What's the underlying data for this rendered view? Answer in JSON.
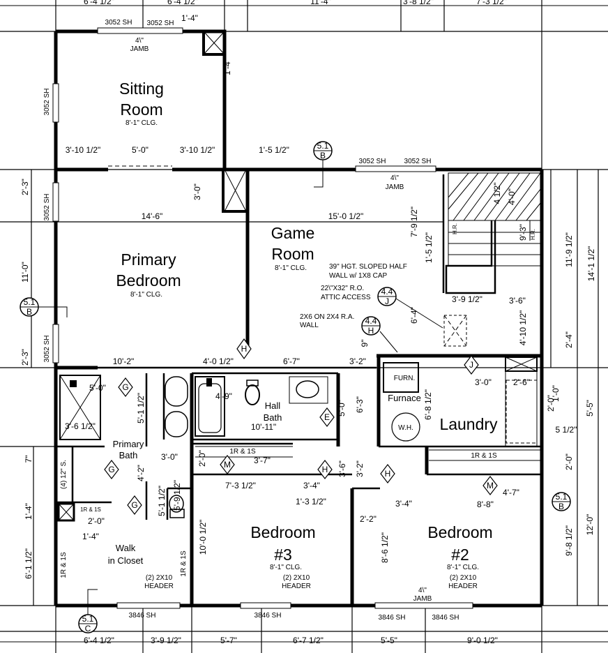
{
  "rooms": {
    "sitting": {
      "name_line1": "Sitting",
      "name_line2": "Room",
      "ceiling": "8'-1\" CLG."
    },
    "primary_bedroom": {
      "name_line1": "Primary",
      "name_line2": "Bedroom",
      "ceiling": "8'-1\" CLG."
    },
    "game": {
      "name_line1": "Game",
      "name_line2": "Room",
      "ceiling": "8'-1\" CLG."
    },
    "primary_bath": {
      "name_line1": "Primary",
      "name_line2": "Bath"
    },
    "hall_bath": {
      "name_line1": "Hall",
      "name_line2": "Bath"
    },
    "furnace": {
      "name": "Furnace",
      "furn_label": "FURN.",
      "wh_label": "W.H."
    },
    "laundry": {
      "name": "Laundry"
    },
    "closet": {
      "name_line1": "Walk",
      "name_line2": "in Closet"
    },
    "bedroom3": {
      "name_line1": "Bedroom",
      "name_line2": "#3",
      "ceiling": "8'-1\" CLG."
    },
    "bedroom2": {
      "name_line1": "Bedroom",
      "name_line2": "#2",
      "ceiling": "8'-1\" CLG."
    }
  },
  "top_dims": [
    "6'-4 1/2\"",
    "6'-4 1/2\"",
    "11'-4\"",
    "3'-8 1/2\"",
    "7'-3 1/2\""
  ],
  "bottom_dims": [
    "6'-4 1/2\"",
    "3'-9 1/2\"",
    "5'-7\"",
    "6'-7 1/2\"",
    "5'-5\"",
    "9'-0 1/2\""
  ],
  "right_dims": [
    "11'-9 1/2\"",
    "14'-1 1/2\"",
    "2'-4\"",
    "5'-5\"",
    "5 1/2\"",
    "2'-0\"",
    "12'-0\"",
    "9'-8 1/2\"",
    "1'-0\""
  ],
  "left_dims": [
    "2'-3\"",
    "11'-0\"",
    "2'-3\"",
    "7\"",
    "1'-4\"",
    "6'-1 1/2\""
  ],
  "interior_dims": {
    "d_1_4": "1'-4\"",
    "d_3_10a": "3'-10 1/2\"",
    "d_5_0": "5'-0\"",
    "d_3_10b": "3'-10 1/2\"",
    "d_1_5": "1'-5 1/2\"",
    "d_3_0": "3'-0\"",
    "d_14_6": "14'-6\"",
    "d_15_0": "15'-0 1/2\"",
    "d_7_9": "7'-9 1/2\"",
    "d_1_5b": "1'-5 1/2\"",
    "d_4_half": "4 1/2\"",
    "d_4_0": "4'-0\"",
    "d_9_3": "9'-3\"",
    "d_3_9": "3'-9 1/2\"",
    "d_3_6": "3'-6\"",
    "d_6_4": "6'-4\"",
    "d_4_10": "4'-10 1/2\"",
    "d_9": "9\"",
    "d_10_2": "10'-2\"",
    "d_4_0b": "4'-0 1/2\"",
    "d_6_7": "6'-7\"",
    "d_3_2": "3'-2\"",
    "d_5_0b": "5'-0\"",
    "d_3_6b": "3'-6 1/2\"",
    "d_5_1": "5'-1 1/2\"",
    "d_4_9": "4'-9\"",
    "d_10_11": "10'-11\"",
    "d_5_0c": "5'-0\"",
    "d_6_3": "6'-3\"",
    "d_3_0b": "3'-0\"",
    "d_2_6": "2'-6\"",
    "d_6_8": "6'-8 1/2\"",
    "d_3_0c": "3'-0\"",
    "d_2_0": "2'-0\"",
    "d_3_7": "3'-7\"",
    "d_4_2": "4'-2\"",
    "d_7_3": "7'-3 1/2\"",
    "d_3_4": "3'-4\"",
    "d_3_6c": "3'-6\"",
    "d_3_2b": "3'-2\"",
    "d_1_3": "1'-3 1/2\"",
    "d_2_2": "2'-2\"",
    "d_3_4b": "3'-4\"",
    "d_4_7": "4'-7\"",
    "d_8_8": "8'-8\"",
    "d_5_1b": "5'-1 1/2\"",
    "d_5_9": "5'-9 1/2\"",
    "d_2_0b": "2'-0\"",
    "d_1_4b": "1'-4\"",
    "d_10_0": "10'-0 1/2\"",
    "d_8_6": "8'-6 1/2\"",
    "d_2_0c": "2'-0\""
  },
  "windows": {
    "w1": "3052 SH",
    "w2": "3052 SH",
    "w3": "3052 SH",
    "w4": "3052 SH",
    "wl1": "3052 SH",
    "wl2": "3052 SH",
    "wl3": "3052 SH",
    "b1": "3846 SH",
    "b2": "3846 SH",
    "b3": "3846 SH",
    "b4": "3846 SH"
  },
  "notes": {
    "jamb1_a": "4\\\"",
    "jamb1_b": "JAMB",
    "jamb2_a": "4\\\"",
    "jamb2_b": "JAMB",
    "jamb3_a": "4\\\"",
    "jamb3_b": "JAMB",
    "sloped1": "39\" HGT.  SLOPED HALF",
    "sloped2": "WALL w/ 1X8 CAP",
    "attic1": "22\\\"X32\" R.O.",
    "attic2": "ATTIC ACCESS",
    "ra1": "2X6 ON 2X4 R.A.",
    "ra2": "WALL",
    "hdr3_a": "(2) 2X10",
    "hdr3_b": "HEADER",
    "hdr2_a": "(2) 2X10",
    "hdr2_b": "HEADER",
    "hdrc_a": "(2) 2X10",
    "hdrc_b": "HEADER",
    "shelf1": "1R & 1S",
    "shelf2": "1R & 1S",
    "shelf3": "1R & 1S",
    "shelf4": "1R & 1S",
    "shelf5": "1R & 1S",
    "shelves_s": "(4) 12\" S.",
    "hr1": "H.R.",
    "hr2": "H.R."
  },
  "section_tags": [
    {
      "num": "5.1",
      "let": "B"
    },
    {
      "num": "5.1",
      "let": "B"
    },
    {
      "num": "5.1",
      "let": "C"
    },
    {
      "num": "5.1",
      "let": "B"
    }
  ],
  "detail_tags": [
    {
      "num": "4.4",
      "let": "J"
    },
    {
      "num": "4.4",
      "let": "H"
    }
  ],
  "door_tags": {
    "h": "H",
    "g": "G",
    "j": "J",
    "e": "E",
    "m": "M"
  }
}
